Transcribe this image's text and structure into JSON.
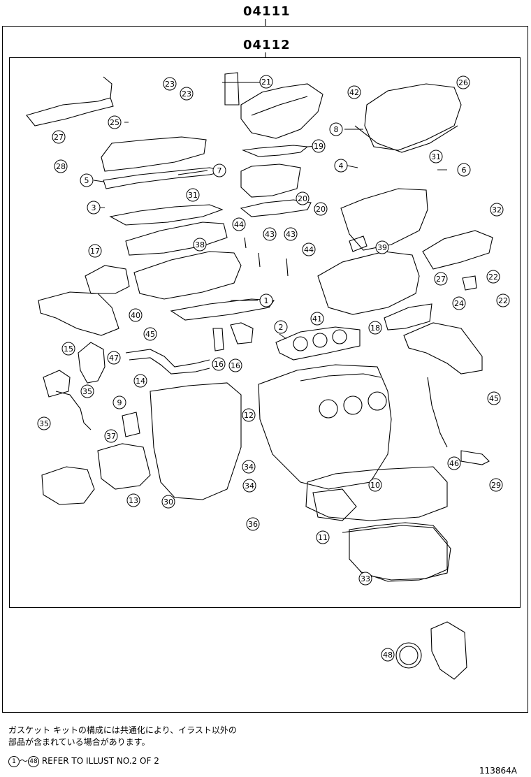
{
  "header": {
    "outer_code": "04111",
    "inner_code": "04112"
  },
  "notes": {
    "line1": "ガスケット キットの構成には共通化により、イラスト以外の",
    "line2": "部品が含まれている場合があります。",
    "refer_start": "1",
    "refer_tilde": "～",
    "refer_end": "48",
    "refer_text": "REFER TO ILLUST NO.2 OF 2"
  },
  "illustration_number": "113864A",
  "callouts": [
    "1",
    "2",
    "3",
    "4",
    "5",
    "6",
    "7",
    "8",
    "9",
    "10",
    "11",
    "12",
    "13",
    "14",
    "15",
    "16",
    "16",
    "17",
    "18",
    "19",
    "20",
    "20",
    "21",
    "22",
    "22",
    "23",
    "23",
    "24",
    "25",
    "26",
    "27",
    "27",
    "28",
    "29",
    "30",
    "31",
    "31",
    "32",
    "33",
    "34",
    "34",
    "35",
    "35",
    "36",
    "37",
    "38",
    "39",
    "40",
    "41",
    "42",
    "43",
    "43",
    "44",
    "44",
    "45",
    "45",
    "46",
    "47",
    "48"
  ]
}
